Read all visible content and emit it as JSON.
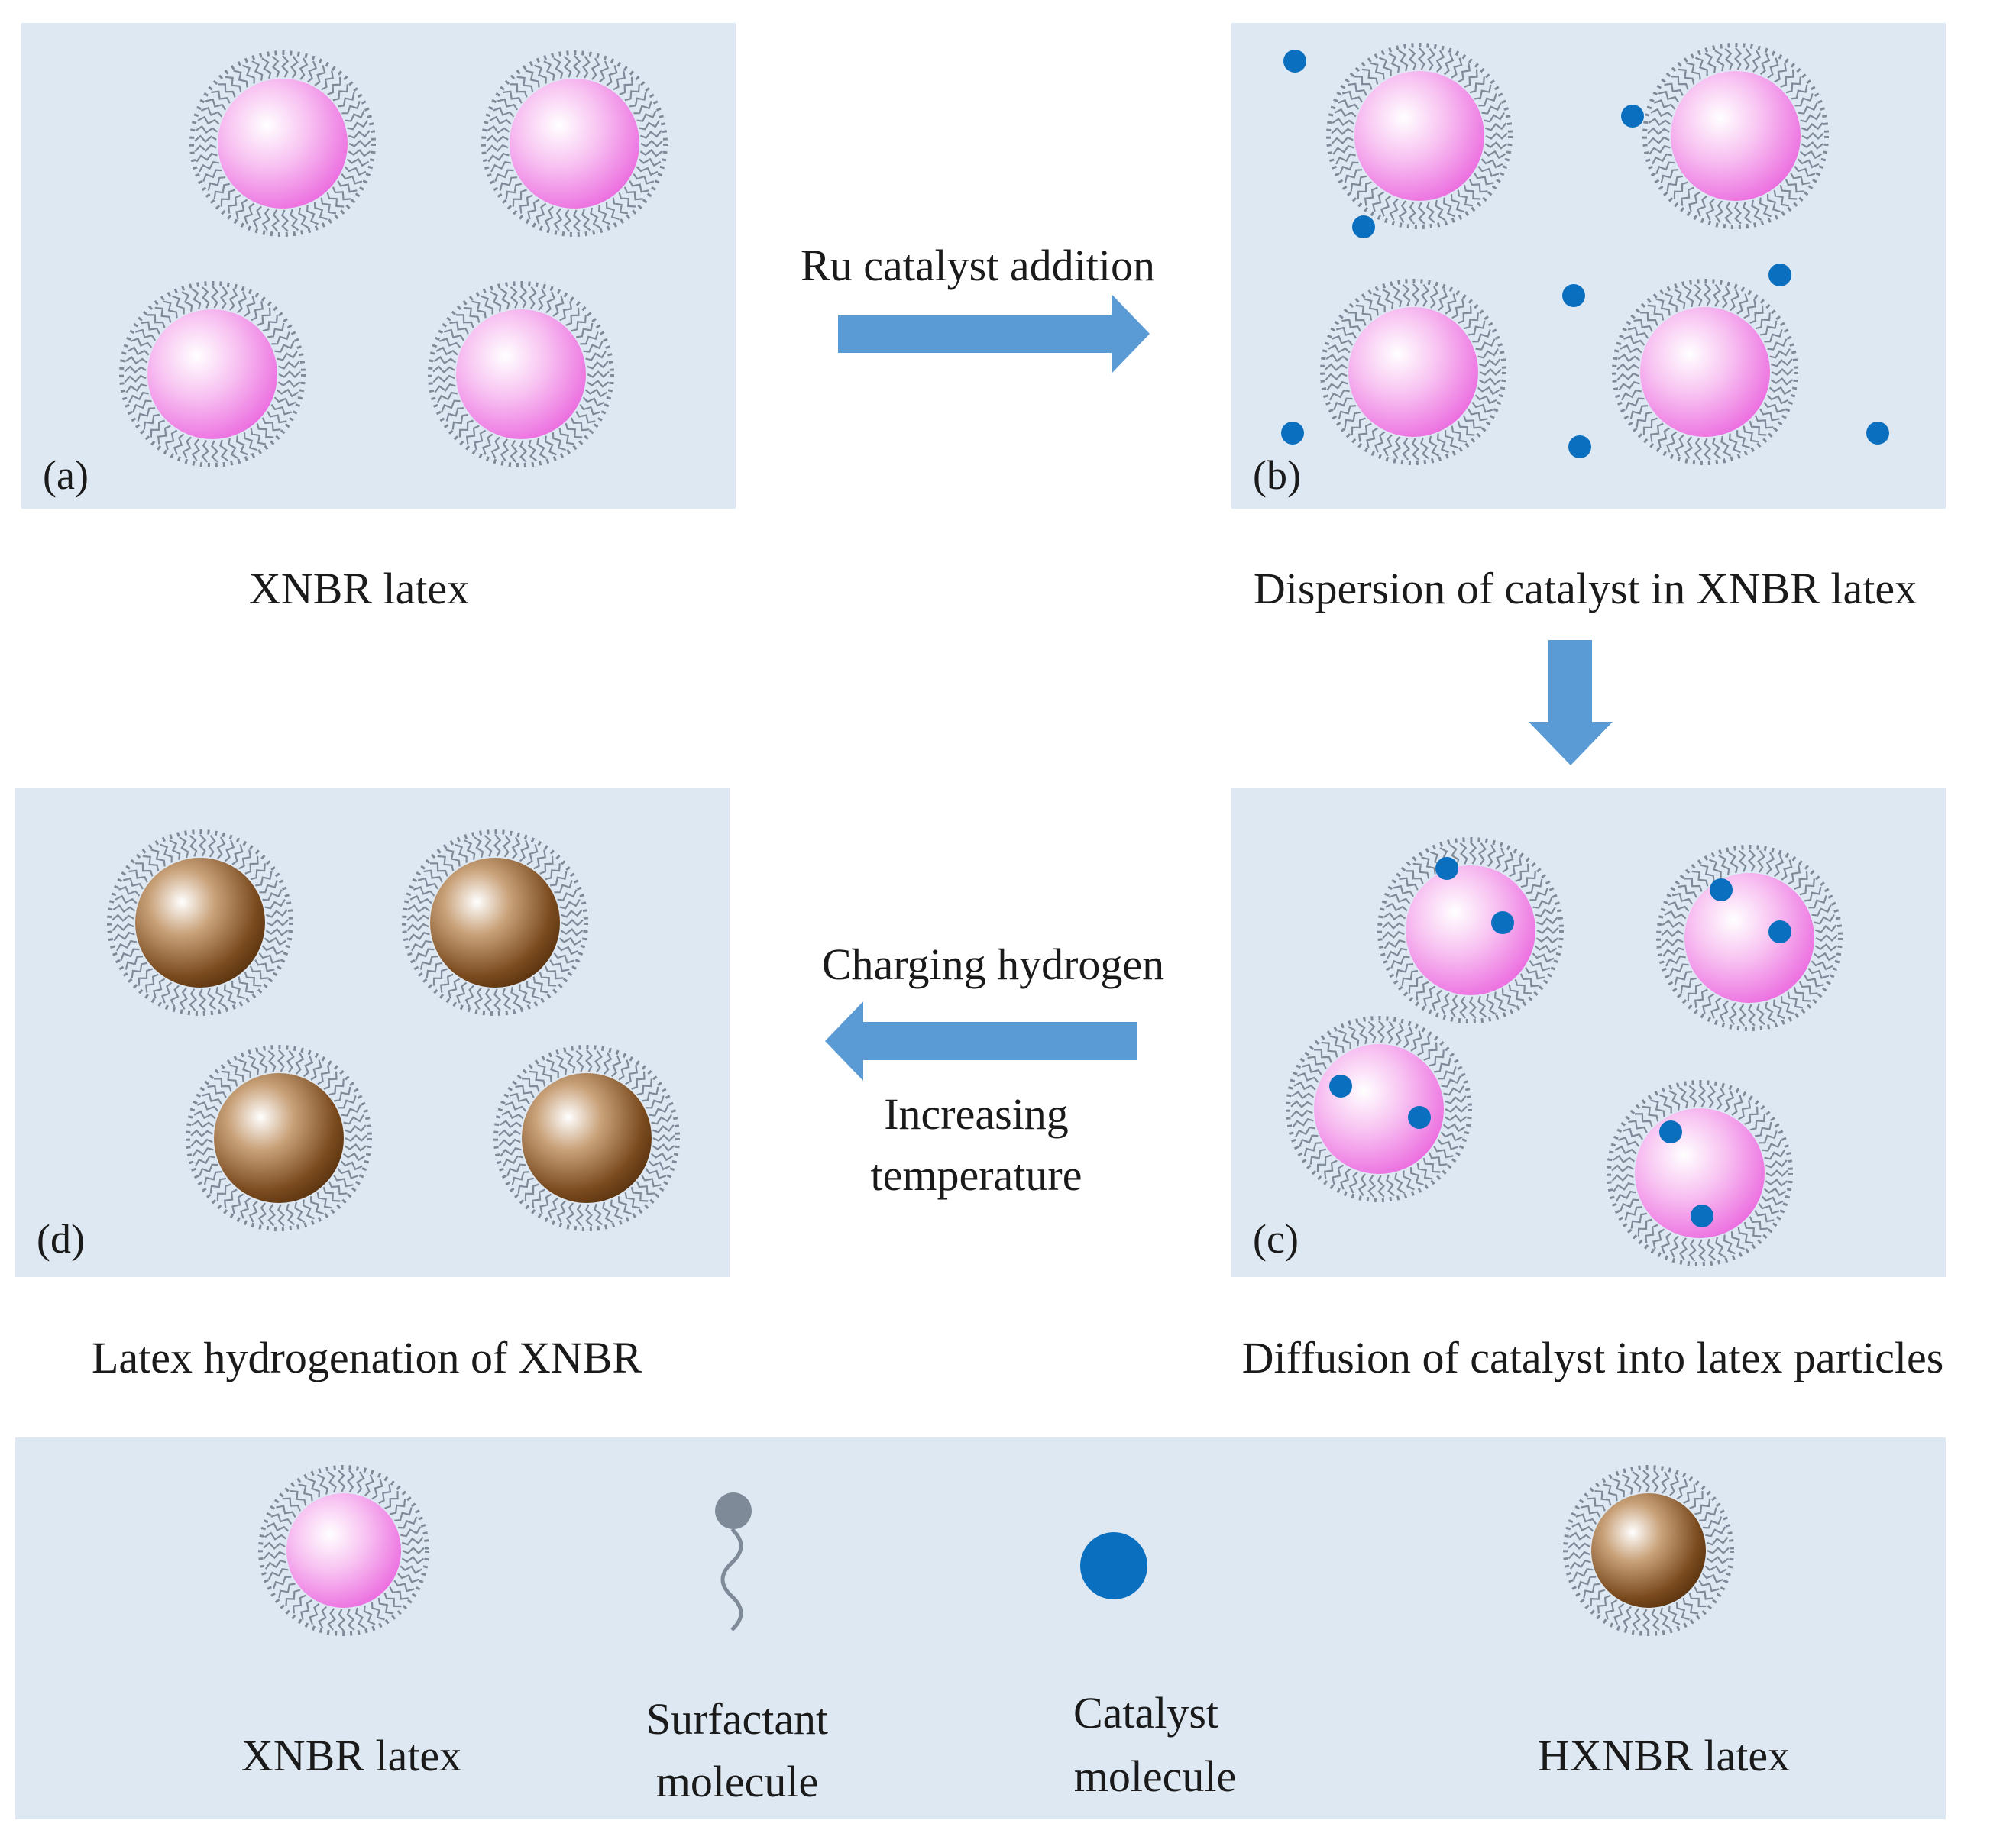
{
  "panels": {
    "a": {
      "tag": "(a)",
      "caption": "XNBR latex"
    },
    "b": {
      "tag": "(b)",
      "caption": "Dispersion of catalyst in XNBR latex"
    },
    "c": {
      "tag": "(c)",
      "caption": "Diffusion of catalyst into latex particles"
    },
    "d": {
      "tag": "(d)",
      "caption": "Latex hydrogenation of XNBR"
    }
  },
  "arrows": {
    "ab": "Ru catalyst addition",
    "cd_top": "Charging hydrogen",
    "cd_bottom_1": "Increasing",
    "cd_bottom_2": "temperature"
  },
  "legend": {
    "xnbr": "XNBR latex",
    "surfactant_1": "Surfactant",
    "surfactant_2": "molecule",
    "catalyst_1": "Catalyst",
    "catalyst_2": "molecule",
    "hxnbr": "HXNBR latex"
  },
  "colors": {
    "panel_bg": "#dde8f3",
    "arrow": "#5b9bd5",
    "catalyst": "#0b6fbf",
    "surfactant": "#7f8a99",
    "xnbr_core": "#ee7fe4",
    "hxnbr_core": "#7a4a1e"
  }
}
